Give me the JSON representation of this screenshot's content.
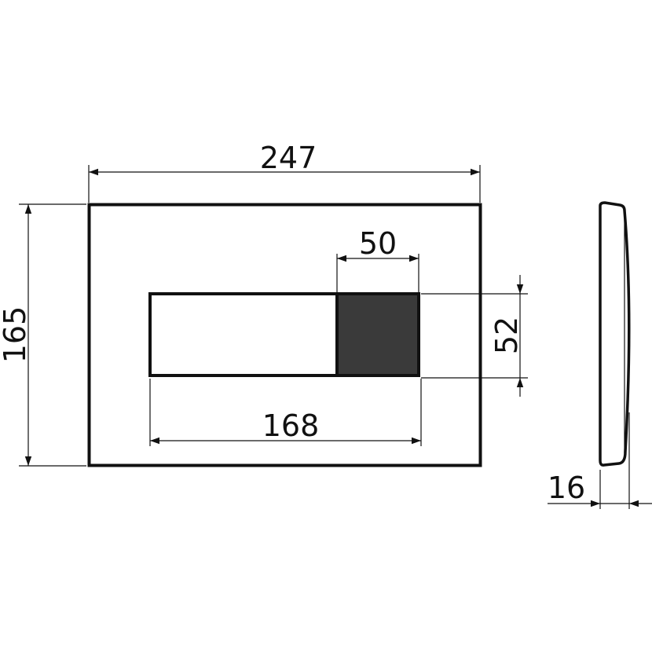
{
  "dimensions": {
    "plate_width": "247",
    "plate_height": "165",
    "small_button_width": "50",
    "button_height": "52",
    "button_group_width": "168",
    "plate_thickness": "16"
  },
  "colors": {
    "line": "#111111",
    "small_button_fill": "#3a3a3a",
    "background": "#ffffff"
  }
}
